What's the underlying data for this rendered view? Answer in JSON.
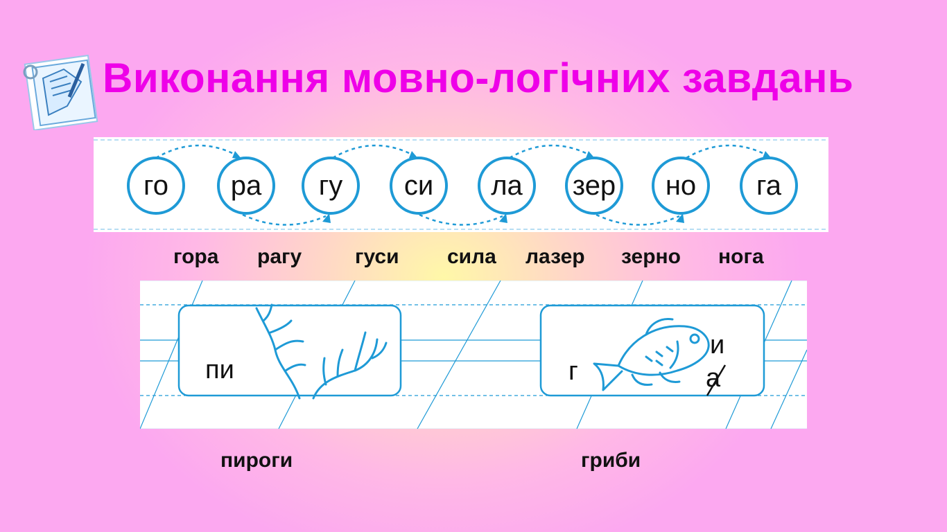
{
  "title": "Виконання мовно-логічних завдань",
  "colors": {
    "title": "#ee00e8",
    "accent": "#1e9ad6"
  },
  "logo_icon": "notebook-pencil-icon",
  "syllables": [
    "го",
    "ра",
    "гу",
    "си",
    "ла",
    "зер",
    "но",
    "га"
  ],
  "words": [
    "гора",
    "рагу",
    "гуси",
    "сила",
    "лазер",
    "зерно",
    "нога"
  ],
  "puzzle1": {
    "prefix": "пи",
    "picture": "antlers-icon",
    "answer": "пироги"
  },
  "puzzle2": {
    "prefix": "г",
    "picture": "fish-icon",
    "letter_add": "и",
    "letter_remove": "а",
    "answer": "гриби"
  }
}
